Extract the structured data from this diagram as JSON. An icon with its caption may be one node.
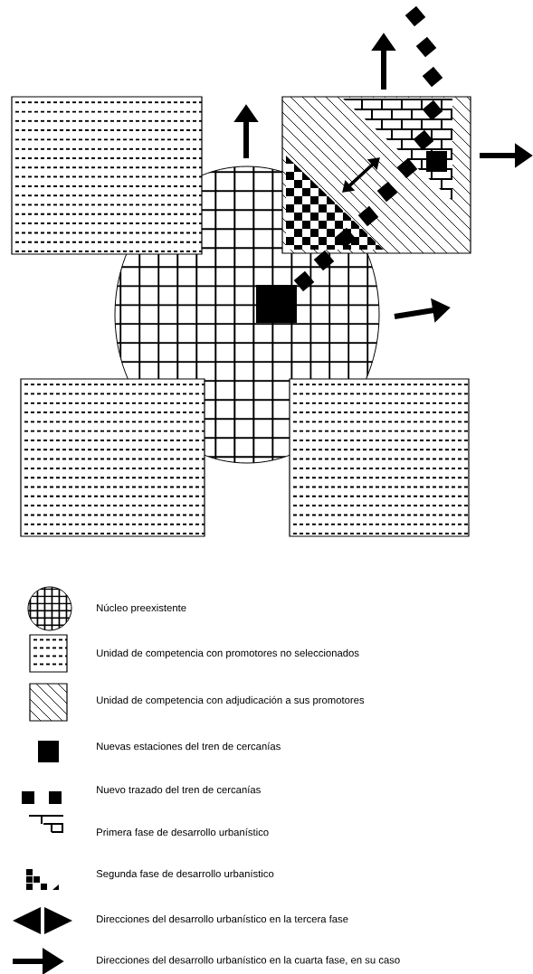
{
  "diagram": {
    "legend": [
      {
        "text": "Núcleo preexistente"
      },
      {
        "text": "Unidad de competencia con promotores no seleccionados"
      },
      {
        "text": "Unidad de competencia con adjudicación a sus promotores"
      },
      {
        "text": "Nuevas estaciones del tren de cercanías"
      },
      {
        "text": "Nuevo trazado del tren de cercanías"
      },
      {
        "text": "Primera fase de desarrollo urbanístico"
      },
      {
        "text": "Segunda fase de desarrollo urbanístico"
      },
      {
        "text": "Direcciones del desarrollo urbanístico en la tercera fase"
      },
      {
        "text": "Direcciones del desarrollo urbanístico en la cuarta fase, en su caso"
      }
    ]
  }
}
